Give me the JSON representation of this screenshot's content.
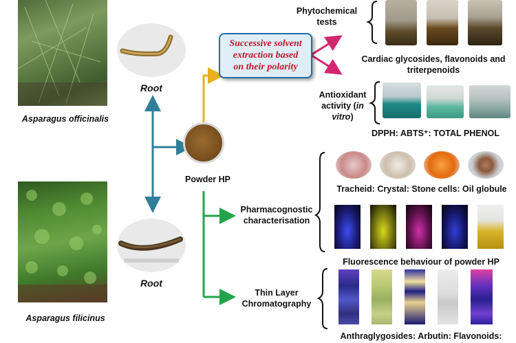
{
  "plants": {
    "top": "Asparagus  officinalis",
    "bottom": "Asparagus  filicinus"
  },
  "root_labels": {
    "top": "Root",
    "bottom": "Root"
  },
  "powder_label": "Powder HP",
  "extraction": {
    "line1": "Successive solvent",
    "line2": "extraction based",
    "line3": "on their polarity"
  },
  "phytochemical": {
    "line1": "Phytochemical",
    "line2": "tests"
  },
  "cardiac": {
    "line1": "Cardiac glycosides, flavonoids and",
    "line2": "triterpenoids"
  },
  "antioxidant": {
    "line1": "Antioxidant",
    "line2": "activity (",
    "line2_italic": "in",
    "line3_italic": "vitro",
    "line3": ")"
  },
  "dpph": "DPPH: ABTS⁺: TOTAL PHENOL",
  "tracheid": "Tracheid: Crystal: Stone cells: Oil globule",
  "pharmacognostic": {
    "line1": "Pharmacognostic",
    "line2": "characterisation"
  },
  "fluorescence": "Fluorescence behaviour of powder HP",
  "tlc": {
    "line1": "Thin Layer",
    "line2": "Chromatography"
  },
  "anthra": "Anthraglygosides: Arbutin: Flavonoids:",
  "colors": {
    "blue_arrow": "#2f7f99",
    "yellow_arrow": "#e8b01c",
    "pink_arrow": "#d4266f",
    "green_arrow": "#22a54a",
    "extraction_text": "#c0172b",
    "extraction_fill": "#dfeef6",
    "extraction_border": "#1d6ea8"
  }
}
